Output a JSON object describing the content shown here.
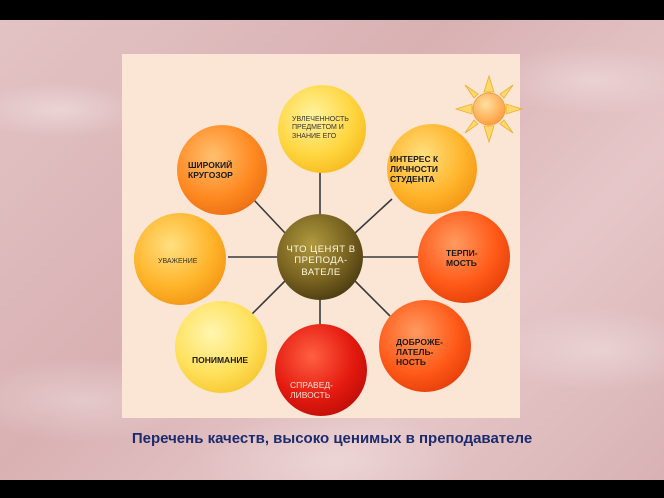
{
  "diagram": {
    "center": {
      "label_lines": [
        "ЧТО ЦЕНЯТ В",
        "ПРЕПОДА-",
        "ВАТЕЛЕ"
      ]
    },
    "nodes": [
      {
        "id": "uvlechennost",
        "lines": [
          "УВЛЕЧЕННОСТЬ",
          "ПРЕДМЕТОМ И",
          "ЗНАНИЕ ЕГО"
        ],
        "color": "#ffd84a"
      },
      {
        "id": "interes",
        "lines": [
          "ИНТЕРЕС К",
          "ЛИЧНОСТИ",
          "СТУДЕНТА"
        ],
        "color": "#ffb52e"
      },
      {
        "id": "terpimost",
        "lines": [
          "ТЕРПИ-",
          "МОСТЬ"
        ],
        "color": "#ff6a1f"
      },
      {
        "id": "dobrozhelatelnost",
        "lines": [
          "ДОБРОЖЕ-",
          "ЛАТЕЛЬ-",
          "НОСТЬ"
        ],
        "color": "#ff4a14"
      },
      {
        "id": "spravedlivost",
        "lines": [
          "СПРАВЕД-",
          "ЛИВОСТЬ"
        ],
        "color": "#e81a10"
      },
      {
        "id": "ponimanie",
        "lines": [
          "ПОНИМАНИЕ"
        ],
        "color": "#ffe060"
      },
      {
        "id": "uvazhenie",
        "lines": [
          "УВАЖЕНИЕ"
        ],
        "color": "#ffb02c"
      },
      {
        "id": "krugozor",
        "lines": [
          "ШИРОКИЙ",
          "КРУГОЗОР"
        ],
        "color": "#ff8a22"
      }
    ]
  },
  "caption": "Перечень качеств, высоко ценимых в преподавателе"
}
